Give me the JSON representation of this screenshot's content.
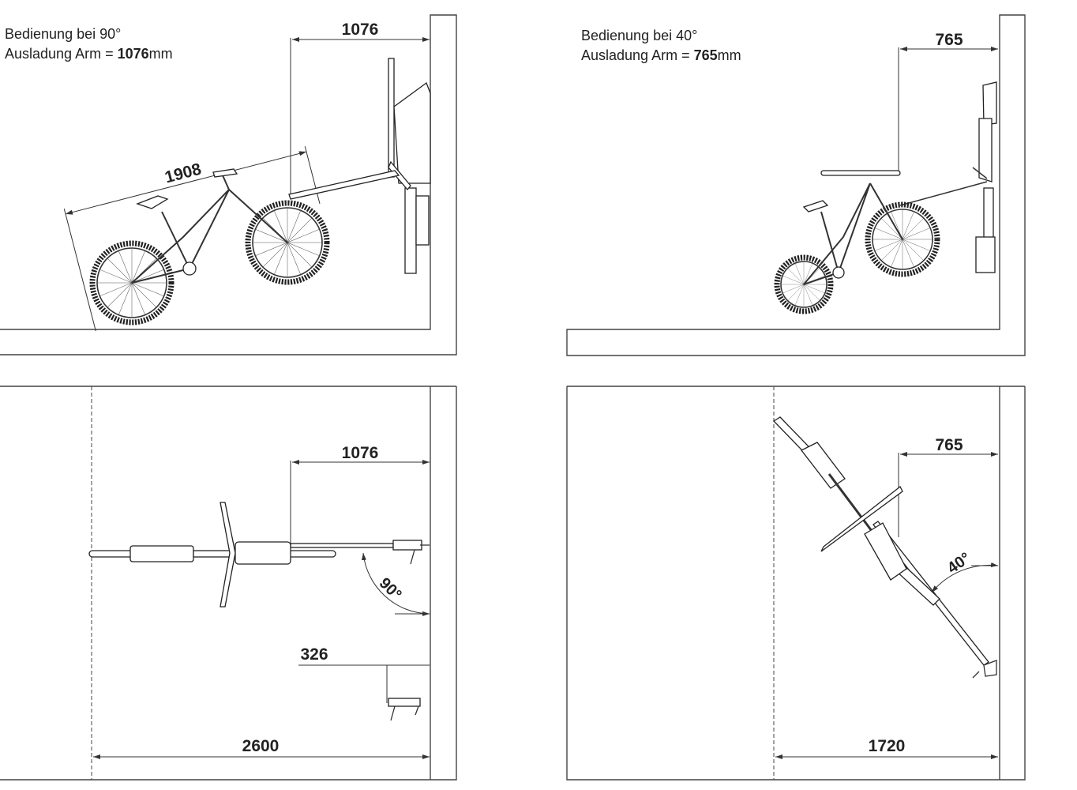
{
  "panels": {
    "side_90": {
      "note_line1": "Bedienung bei 90°",
      "note_line2_prefix": "Ausladung Arm = ",
      "note_line2_value": "1076",
      "note_line2_unit": "mm",
      "dim_reach": "1076",
      "dim_bike_length": "1908"
    },
    "side_40": {
      "note_line1": "Bedienung bei 40°",
      "note_line2_prefix": "Ausladung Arm = ",
      "note_line2_value": "765",
      "note_line2_unit": "mm",
      "dim_reach": "765"
    },
    "top_90": {
      "dim_reach": "1076",
      "angle_label": "90°",
      "dim_wall_offset": "326",
      "dim_depth": "2600"
    },
    "top_40": {
      "dim_reach": "765",
      "angle_label": "40°",
      "dim_depth": "1720"
    }
  }
}
